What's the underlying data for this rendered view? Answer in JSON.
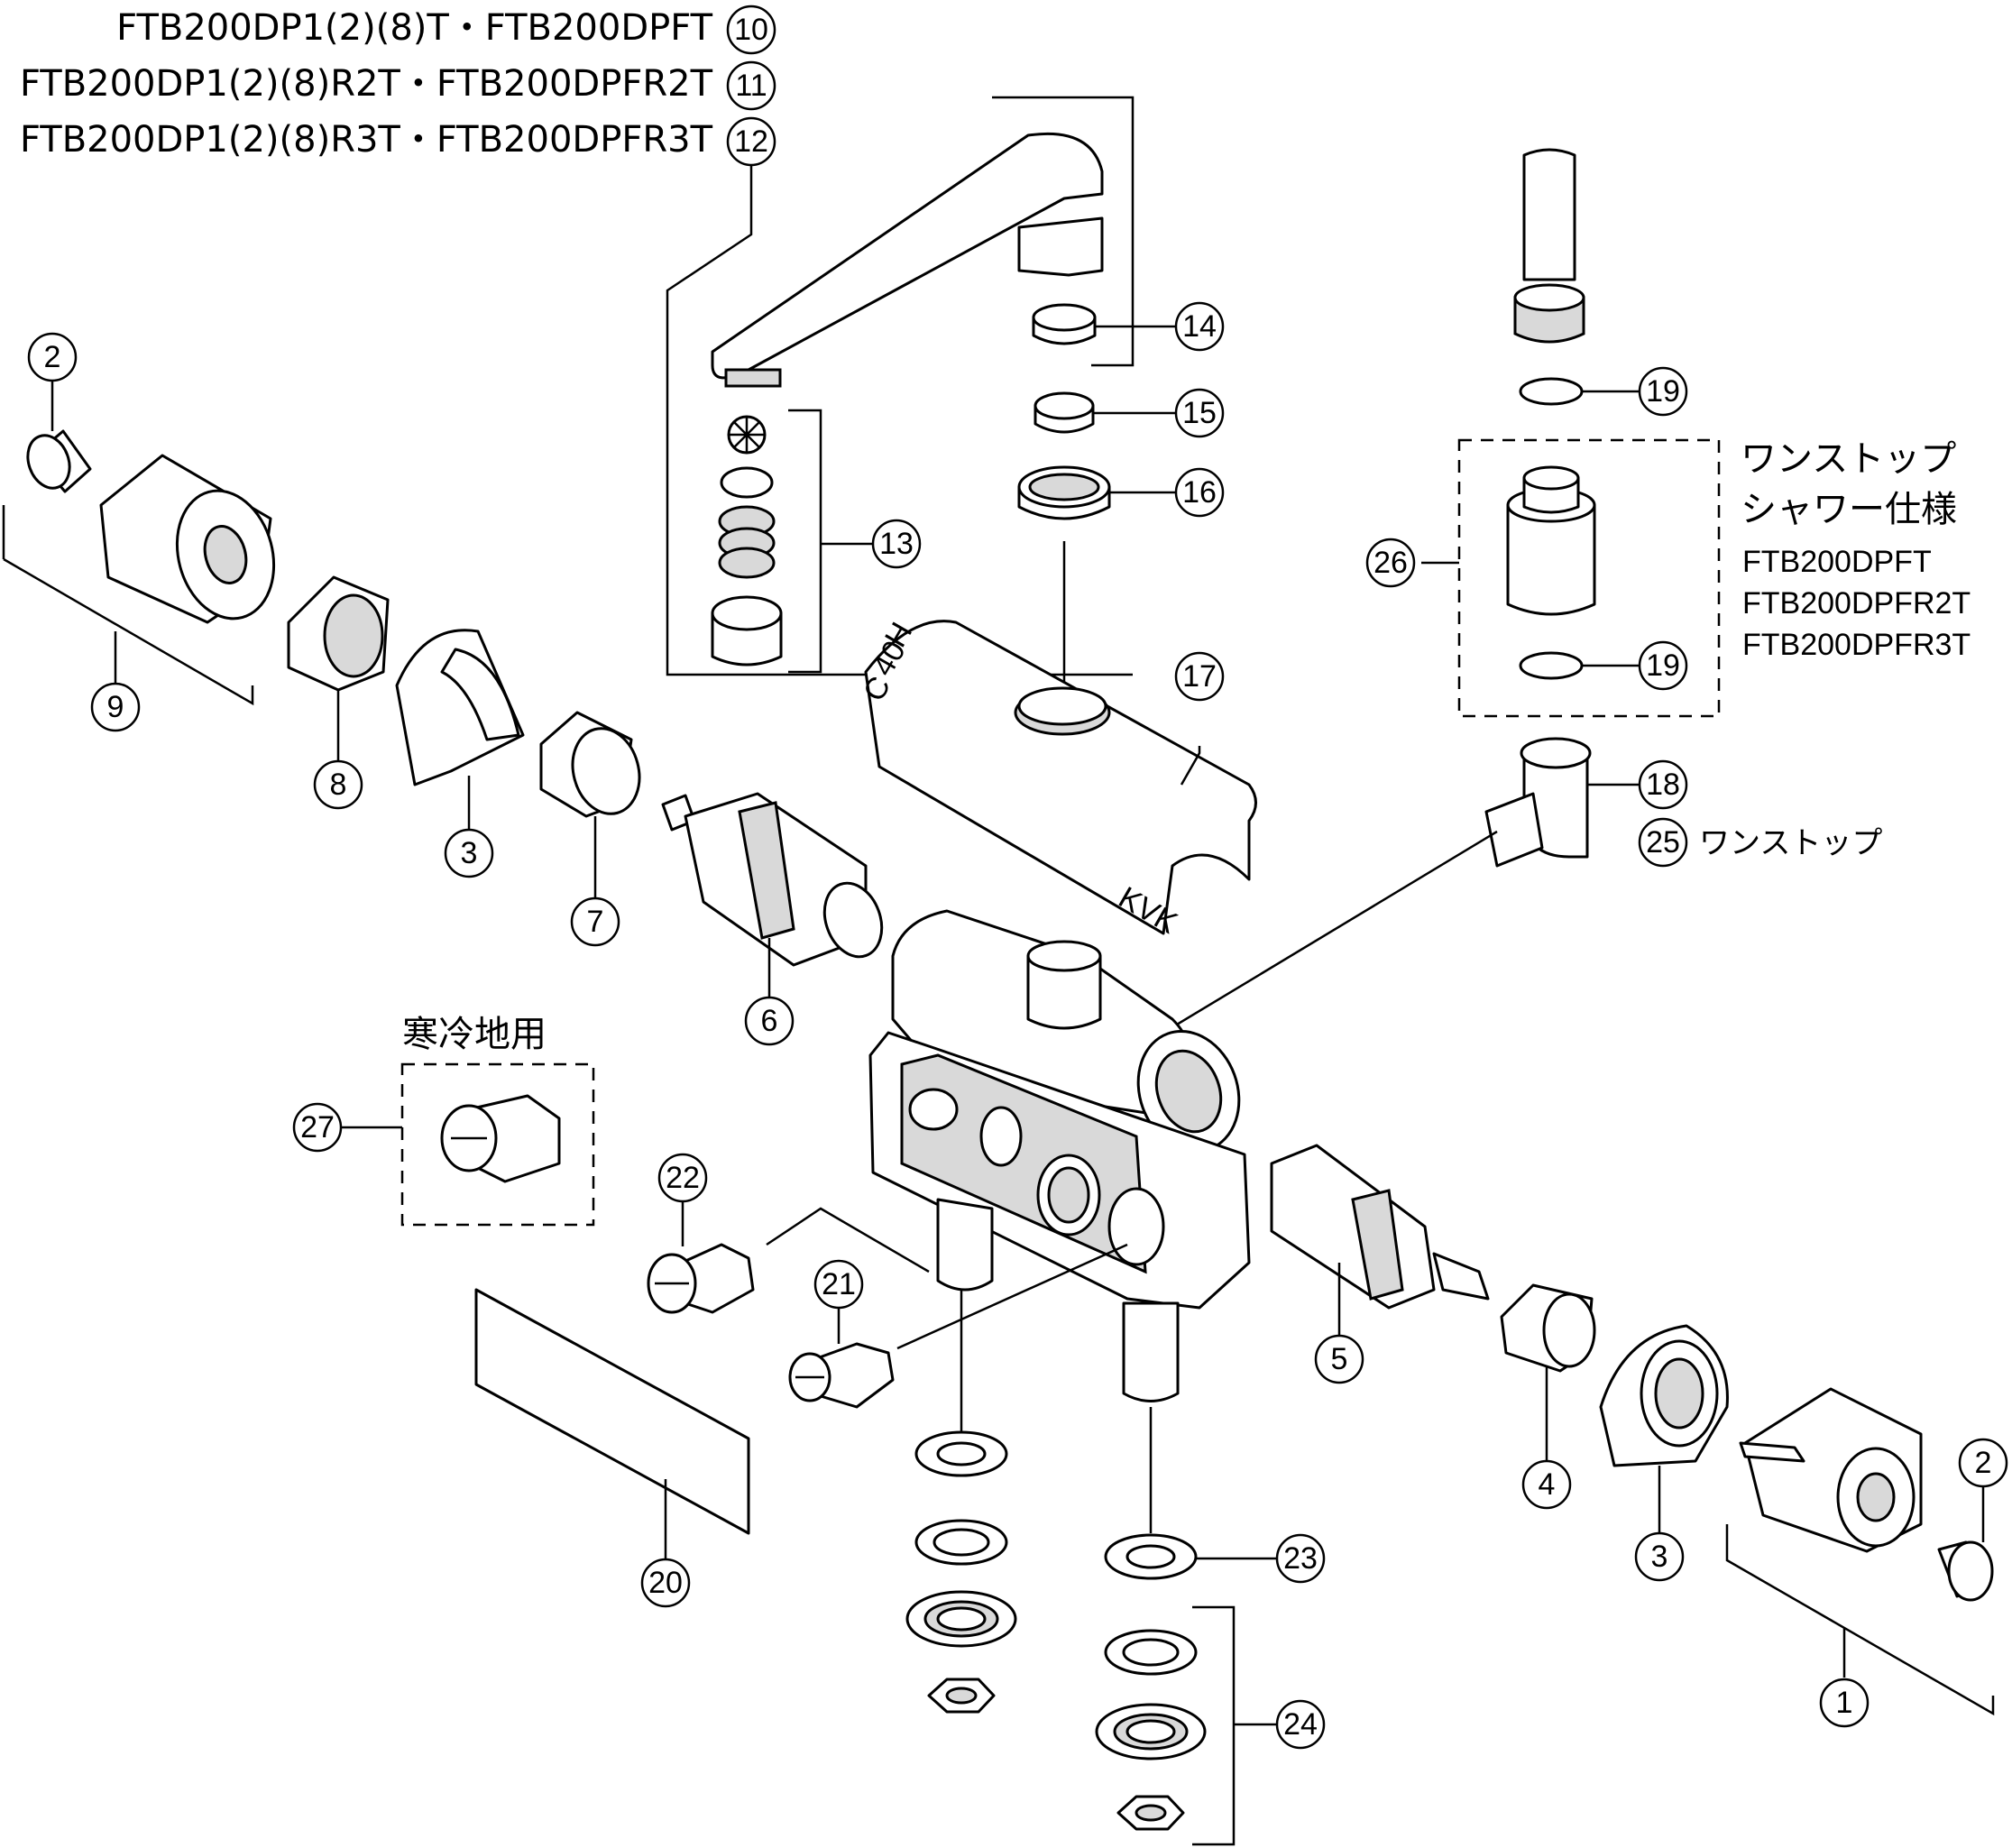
{
  "model_labels": [
    {
      "text": "FTB200DP1(2)(8)T・FTB200DPFT",
      "callout": "10"
    },
    {
      "text": "FTB200DP1(2)(8)R2T・FTB200DPFR2T",
      "callout": "11"
    },
    {
      "text": "FTB200DP1(2)(8)R3T・FTB200DPFR3T",
      "callout": "12"
    }
  ],
  "onestop_box": {
    "title_line1": "ワンストップ",
    "title_line2": "シャワー仕様",
    "models": [
      "FTB200DPFT",
      "FTB200DPFR2T",
      "FTB200DPFR3T"
    ]
  },
  "cold_region_label": "寒冷地用",
  "callout_25_note": "ワンストップ",
  "spout_marks": {
    "h": "H",
    "forty": "40",
    "c": "C",
    "brand": "KVK"
  },
  "callouts": [
    "1",
    "2",
    "2",
    "3",
    "3",
    "4",
    "5",
    "6",
    "7",
    "8",
    "9",
    "13",
    "14",
    "15",
    "16",
    "17",
    "18",
    "19",
    "19",
    "20",
    "21",
    "22",
    "23",
    "24",
    "25",
    "26",
    "27"
  ]
}
